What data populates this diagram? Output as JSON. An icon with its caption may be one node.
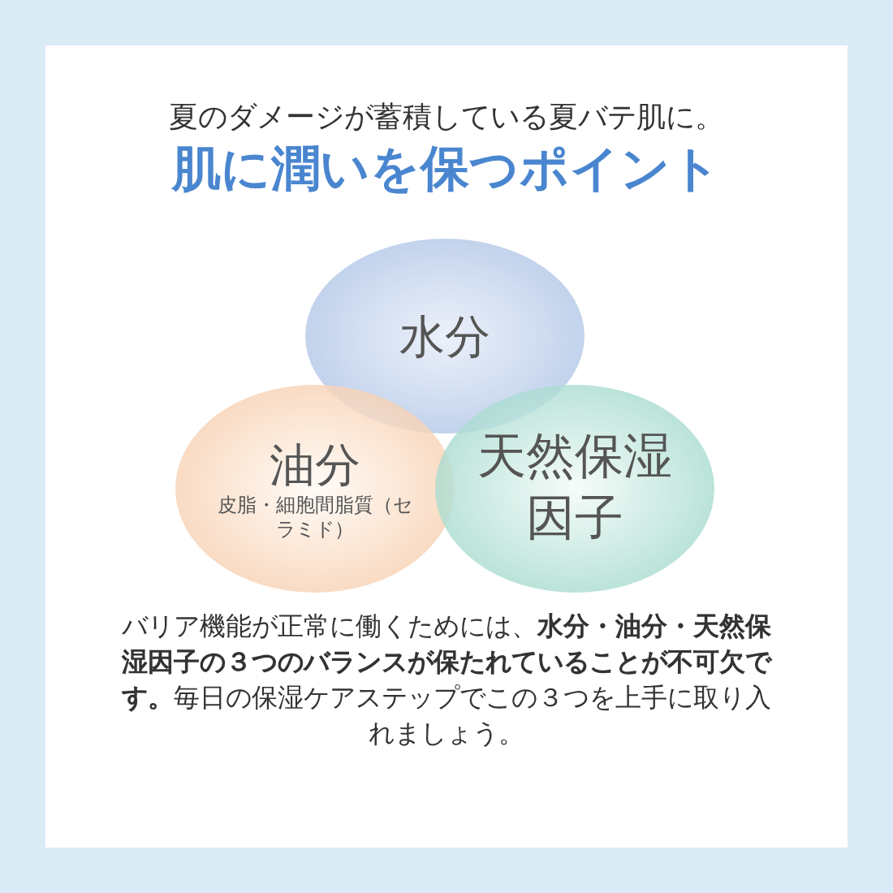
{
  "diagram": {
    "title": "肌に潤いを保つポイント",
    "nodes": [
      {
        "text": [
          "水分"
        ]
      },
      {
        "text": [
          "油分",
          "皮脂・細胞間脂質（セラミド）"
        ]
      },
      {
        "text": [
          "天然保湿因子"
        ]
      }
    ],
    "edges": [],
    "labels": [
      "夏のダメージが蓄積している夏バテ肌に。",
      "バリア機能が正常に働くためには、**水分・油分・天然保湿因子の３つのバランスが保たれていることが不可欠です。**毎日の保湿ケアステップでこの３つを上手に取り入れましょう。"
    ]
  }
}
